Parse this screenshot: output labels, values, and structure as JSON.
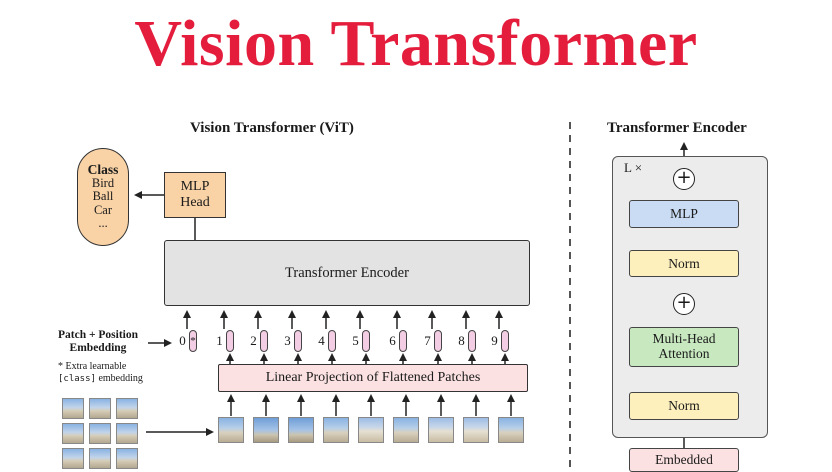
{
  "page_title": "Vision Transformer",
  "vit": {
    "title": "Vision Transformer (ViT)",
    "class_box": {
      "title": "Class",
      "items": [
        "Bird",
        "Ball",
        "Car",
        "..."
      ]
    },
    "mlp_head": [
      "MLP",
      "Head"
    ],
    "encoder_label": "Transformer Encoder",
    "patch_position_label": [
      "Patch + Position",
      "Embedding"
    ],
    "extra_note": {
      "prefix": "* Extra learnable",
      "code": "[class]",
      "suffix": " embedding"
    },
    "tokens": [
      "0",
      "1",
      "2",
      "3",
      "4",
      "5",
      "6",
      "7",
      "8",
      "9"
    ],
    "class_token_marker": "*",
    "linear_projection_label": "Linear Projection of Flattened Patches"
  },
  "encoder_detail": {
    "title": "Transformer Encoder",
    "repeat_label": "L ×",
    "mlp_label": "MLP",
    "norm_label": "Norm",
    "attention_label": [
      "Multi-Head",
      "Attention"
    ],
    "embedded_label": "Embedded",
    "plus_symbol": "+"
  },
  "colors": {
    "title_red": "#e41d3d",
    "head_orange": "#f9d2a6",
    "encoder_gray": "#e3e3e3",
    "projection_pink": "#fbe1e1",
    "token_pink": "#f2cde3",
    "mlp_blue": "#c9dcf3",
    "norm_yellow": "#fdf0bd",
    "attention_green": "#c8e8c0"
  }
}
